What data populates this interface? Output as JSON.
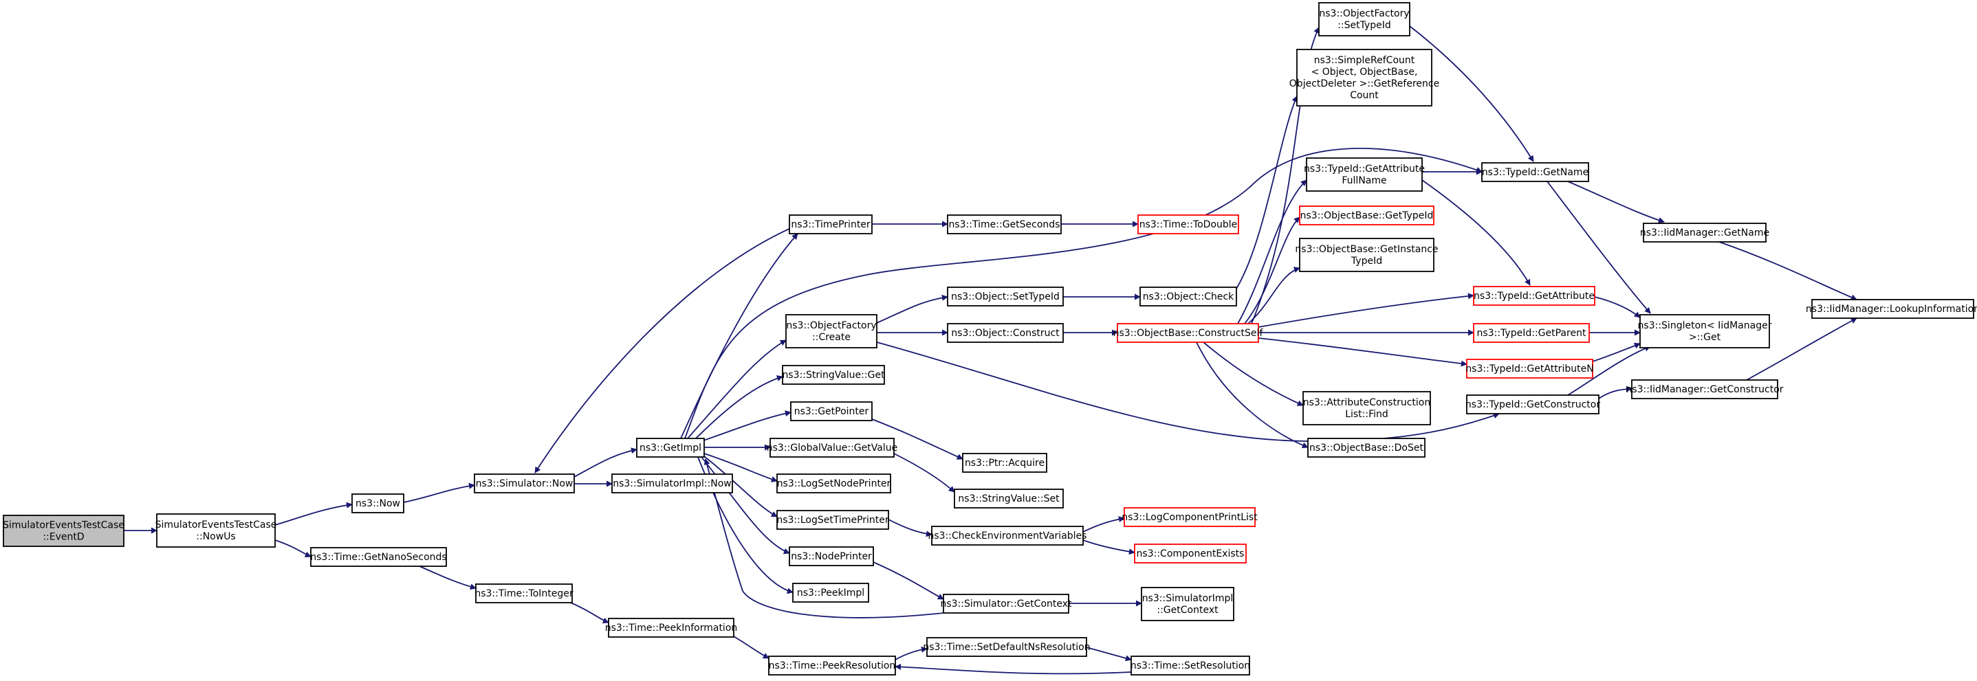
{
  "colors": {
    "edge": "#191970",
    "node_fill": "#ffffff",
    "node_border": "#000000",
    "node_border_truncated": "#ff0000",
    "root_fill": "#bfbfbf"
  },
  "nodes": [
    {
      "id": "root",
      "lines": [
        "SimulatorEventsTestCase",
        "::EventD"
      ],
      "style": "root"
    },
    {
      "id": "nowus",
      "lines": [
        "SimulatorEventsTestCase",
        "::NowUs"
      ],
      "style": "normal"
    },
    {
      "id": "now",
      "lines": [
        "ns3::Now"
      ],
      "style": "normal"
    },
    {
      "id": "getnano",
      "lines": [
        "ns3::Time::GetNanoSeconds"
      ],
      "style": "normal"
    },
    {
      "id": "simnow",
      "lines": [
        "ns3::Simulator::Now"
      ],
      "style": "normal"
    },
    {
      "id": "toint",
      "lines": [
        "ns3::Time::ToInteger"
      ],
      "style": "normal"
    },
    {
      "id": "getimpl",
      "lines": [
        "ns3::GetImpl"
      ],
      "style": "normal"
    },
    {
      "id": "simimplnow",
      "lines": [
        "ns3::SimulatorImpl::Now"
      ],
      "style": "normal"
    },
    {
      "id": "peekinfo",
      "lines": [
        "ns3::Time::PeekInformation"
      ],
      "style": "normal"
    },
    {
      "id": "timeprinter",
      "lines": [
        "ns3::TimePrinter"
      ],
      "style": "normal"
    },
    {
      "id": "objfactcreate",
      "lines": [
        "ns3::ObjectFactory",
        "::Create"
      ],
      "style": "normal"
    },
    {
      "id": "strvalget",
      "lines": [
        "ns3::StringValue::Get"
      ],
      "style": "normal"
    },
    {
      "id": "getpointer",
      "lines": [
        "ns3::GetPointer"
      ],
      "style": "normal"
    },
    {
      "id": "globalval",
      "lines": [
        "ns3::GlobalValue::GetValue"
      ],
      "style": "normal"
    },
    {
      "id": "logsetnode",
      "lines": [
        "ns3::LogSetNodePrinter"
      ],
      "style": "normal"
    },
    {
      "id": "logsettime",
      "lines": [
        "ns3::LogSetTimePrinter"
      ],
      "style": "normal"
    },
    {
      "id": "nodeprinter",
      "lines": [
        "ns3::NodePrinter"
      ],
      "style": "normal"
    },
    {
      "id": "peekimpl",
      "lines": [
        "ns3::PeekImpl"
      ],
      "style": "normal"
    },
    {
      "id": "peekres",
      "lines": [
        "ns3::Time::PeekResolution"
      ],
      "style": "normal"
    },
    {
      "id": "getseconds",
      "lines": [
        "ns3::Time::GetSeconds"
      ],
      "style": "normal"
    },
    {
      "id": "objsettypeid",
      "lines": [
        "ns3::Object::SetTypeId"
      ],
      "style": "normal"
    },
    {
      "id": "objconstruct",
      "lines": [
        "ns3::Object::Construct"
      ],
      "style": "normal"
    },
    {
      "id": "ptracquire",
      "lines": [
        "ns3::Ptr::Acquire"
      ],
      "style": "normal"
    },
    {
      "id": "strvalset",
      "lines": [
        "ns3::StringValue::Set"
      ],
      "style": "normal"
    },
    {
      "id": "checkenv",
      "lines": [
        "ns3::CheckEnvironmentVariables"
      ],
      "style": "normal"
    },
    {
      "id": "simgetctx",
      "lines": [
        "ns3::Simulator::GetContext"
      ],
      "style": "normal"
    },
    {
      "id": "setdefres",
      "lines": [
        "ns3::Time::SetDefaultNsResolution"
      ],
      "style": "normal"
    },
    {
      "id": "todouble",
      "lines": [
        "ns3::Time::ToDouble"
      ],
      "style": "truncated"
    },
    {
      "id": "objcheck",
      "lines": [
        "ns3::Object::Check"
      ],
      "style": "normal"
    },
    {
      "id": "constructself",
      "lines": [
        "ns3::ObjectBase::ConstructSelf"
      ],
      "style": "truncated"
    },
    {
      "id": "logcompprint",
      "lines": [
        "ns3::LogComponentPrintList"
      ],
      "style": "truncated"
    },
    {
      "id": "compexists",
      "lines": [
        "ns3::ComponentExists"
      ],
      "style": "truncated"
    },
    {
      "id": "simimplgetctx",
      "lines": [
        "ns3::SimulatorImpl",
        "::GetContext"
      ],
      "style": "normal"
    },
    {
      "id": "setres",
      "lines": [
        "ns3::Time::SetResolution"
      ],
      "style": "normal"
    },
    {
      "id": "objfactsettypeid",
      "lines": [
        "ns3::ObjectFactory",
        "::SetTypeId"
      ],
      "style": "normal"
    },
    {
      "id": "simplerefcount",
      "lines": [
        "ns3::SimpleRefCount",
        "< Object, ObjectBase,",
        " ObjectDeleter >::GetReference",
        "Count"
      ],
      "style": "normal"
    },
    {
      "id": "getattrfullname",
      "lines": [
        "ns3::TypeId::GetAttribute",
        "FullName"
      ],
      "style": "normal"
    },
    {
      "id": "objbasegettypeid",
      "lines": [
        "ns3::ObjectBase::GetTypeId"
      ],
      "style": "truncated"
    },
    {
      "id": "objbasegetinst",
      "lines": [
        "ns3::ObjectBase::GetInstance",
        "TypeId"
      ],
      "style": "normal"
    },
    {
      "id": "attrconsfind",
      "lines": [
        "ns3::AttributeConstruction",
        "List::Find"
      ],
      "style": "normal"
    },
    {
      "id": "objbasedoset",
      "lines": [
        "ns3::ObjectBase::DoSet"
      ],
      "style": "normal"
    },
    {
      "id": "typeidgetname",
      "lines": [
        "ns3::TypeId::GetName"
      ],
      "style": "normal"
    },
    {
      "id": "typeidgetattr",
      "lines": [
        "ns3::TypeId::GetAttribute"
      ],
      "style": "truncated"
    },
    {
      "id": "typeidgetparent",
      "lines": [
        "ns3::TypeId::GetParent"
      ],
      "style": "truncated"
    },
    {
      "id": "typeidgetattrn",
      "lines": [
        "ns3::TypeId::GetAttributeN"
      ],
      "style": "truncated"
    },
    {
      "id": "typeidgetctor",
      "lines": [
        "ns3::TypeId::GetConstructor"
      ],
      "style": "normal"
    },
    {
      "id": "iidmgrgetname",
      "lines": [
        "ns3::IidManager::GetName"
      ],
      "style": "normal"
    },
    {
      "id": "singletonget",
      "lines": [
        "ns3::Singleton< IidManager",
        " >::Get"
      ],
      "style": "normal"
    },
    {
      "id": "iidmgrgetctor",
      "lines": [
        "ns3::IidManager::GetConstructor"
      ],
      "style": "normal"
    },
    {
      "id": "iidmgrlookup",
      "lines": [
        "ns3::IidManager::LookupInformation"
      ],
      "style": "normal"
    }
  ]
}
